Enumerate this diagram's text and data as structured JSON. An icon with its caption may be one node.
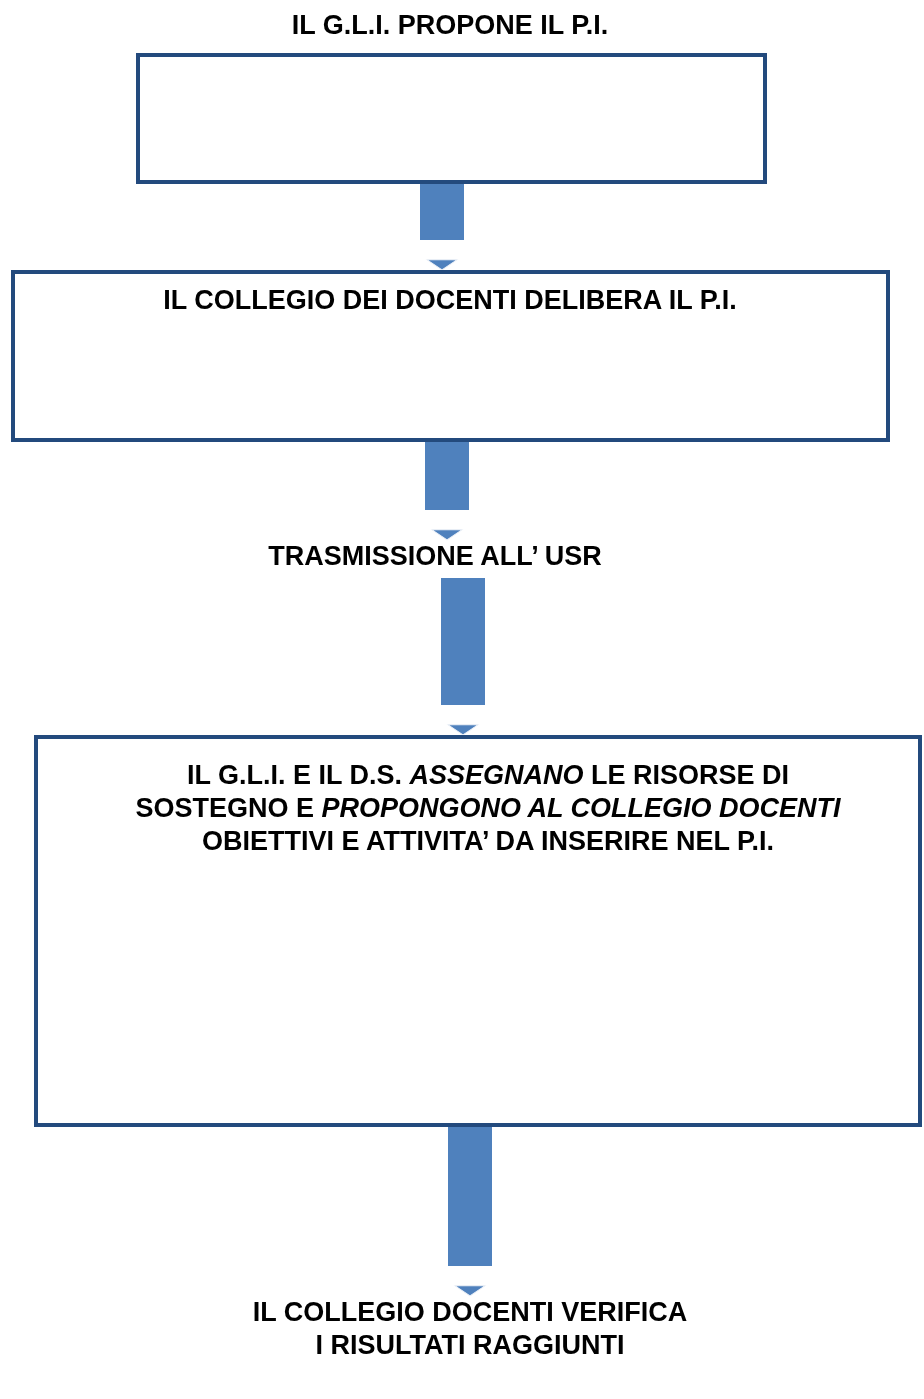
{
  "diagram": {
    "nodes": [
      {
        "text": [
          "IL G.L.I. PROPONE IL P.I."
        ]
      },
      {
        "text": [
          "IL COLLEGIO DEI DOCENTI DELIBERA IL P.I."
        ]
      },
      {
        "text": [
          "TRASMISSIONE ALL’ USR"
        ]
      },
      {
        "text": [
          "IL G.L.I. E IL D.S. *ASSEGNANO* LE RISORSE DI SOSTEGNO E *PROPONGONO AL COLLEGIO DOCENTI* OBIETTIVI E ATTIVITA’ DA INSERIRE NEL P.I."
        ]
      },
      {
        "text": [
          "IL COLLEGIO DOCENTI VERIFICA I RISULTATI RAGGIUNTI"
        ]
      }
    ],
    "edges": [
      {
        "from": 0,
        "to": 1,
        "arrow": "to"
      },
      {
        "from": 1,
        "to": 2,
        "arrow": "to"
      },
      {
        "from": 2,
        "to": 3,
        "arrow": "to"
      },
      {
        "from": 3,
        "to": 4,
        "arrow": "to"
      }
    ]
  }
}
